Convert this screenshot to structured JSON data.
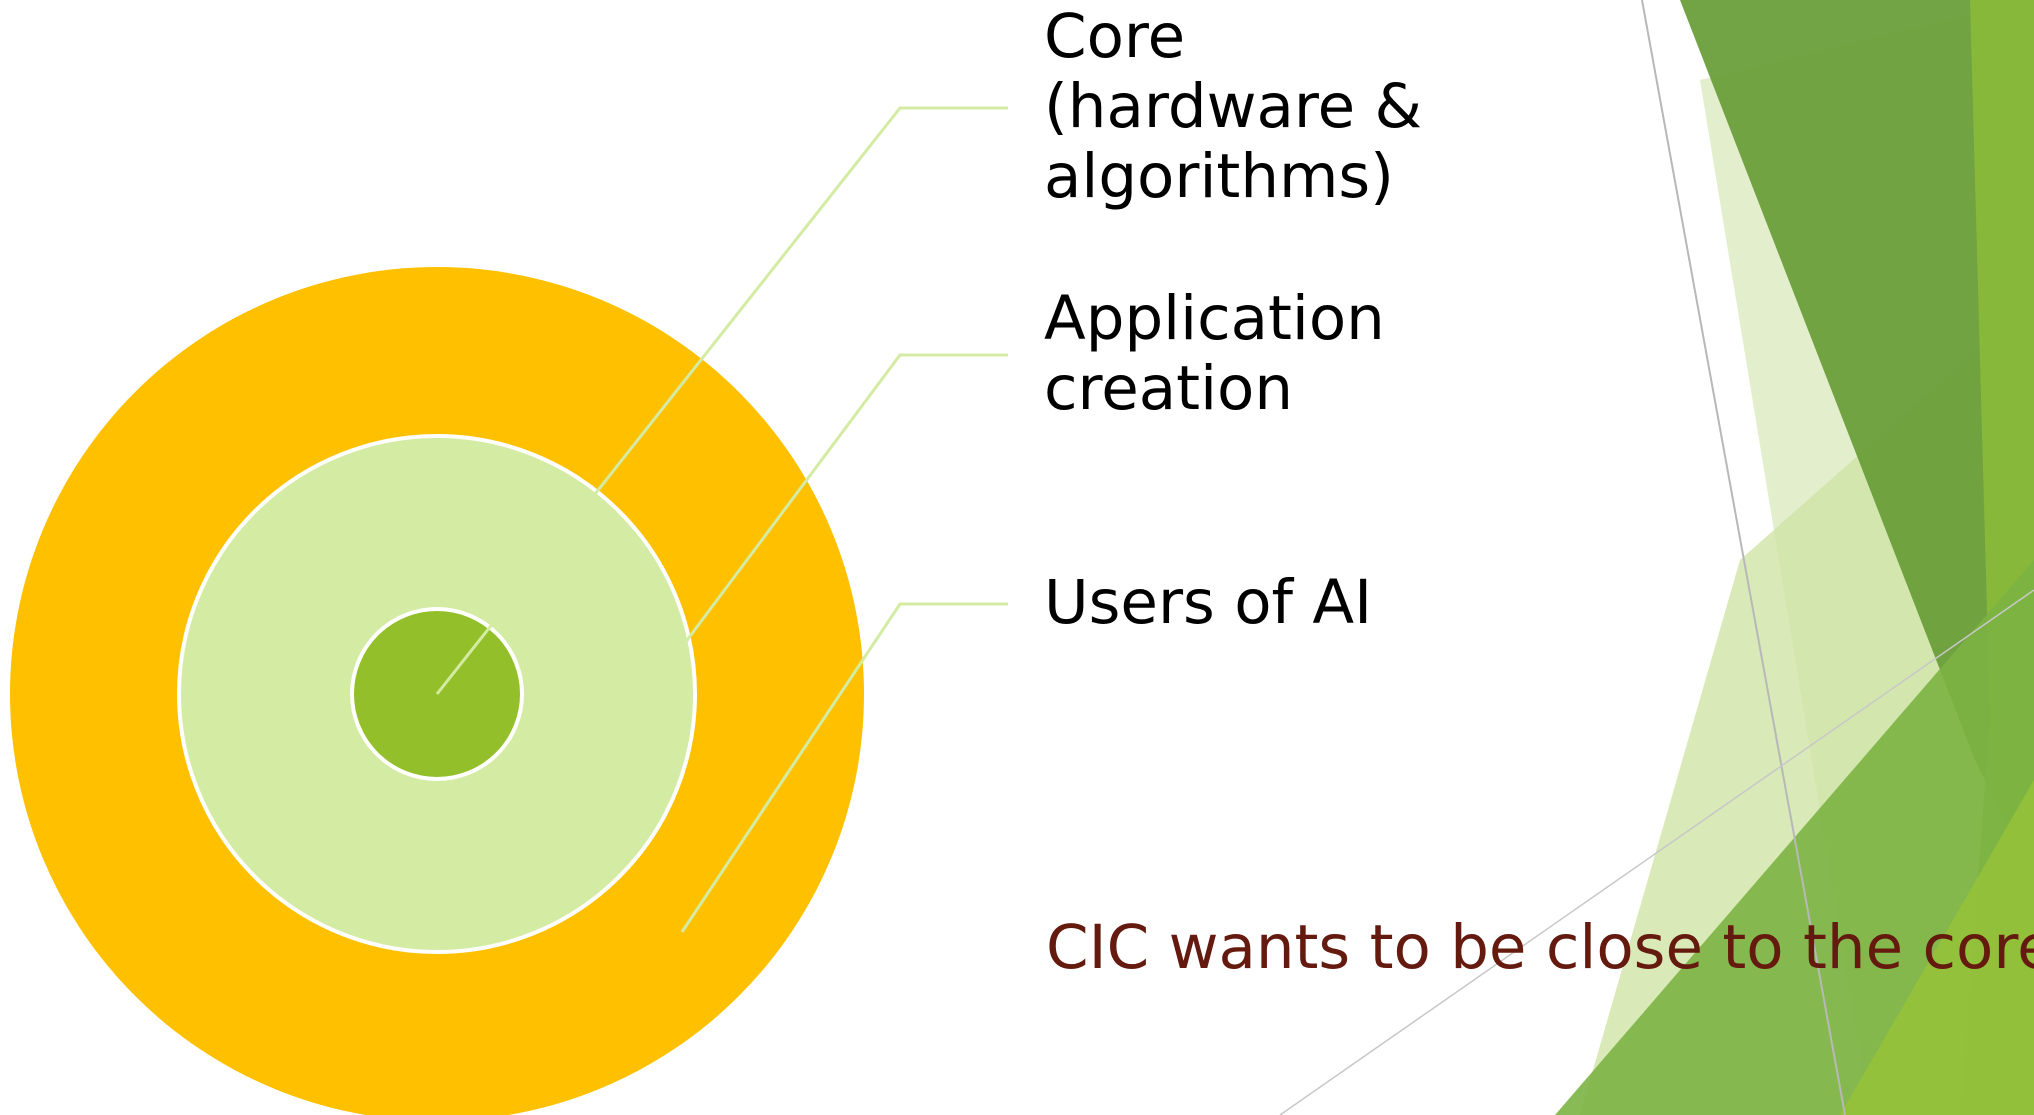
{
  "diagram": {
    "rings": [
      {
        "name": "outer",
        "fill": "#FFC000",
        "label": "Users of AI"
      },
      {
        "name": "middle",
        "fill": "#D4EBA3",
        "label": "Application creation"
      },
      {
        "name": "inner",
        "fill": "#93C02A",
        "label": "Core (hardware & algorithms)"
      }
    ],
    "labels": {
      "core": "Core\n(hardware &\nalgorithms)",
      "application": "Application\ncreation",
      "users": "Users of AI"
    },
    "leader_line_color": "#D4EBA3",
    "ring_stroke_color": "#FFFFFF"
  },
  "tagline": {
    "text": "CIC wants to be close to the core",
    "color": "#641A0E"
  },
  "theme": {
    "accent_green": "#6A9E3A",
    "light_green": "#D4EBA3"
  }
}
